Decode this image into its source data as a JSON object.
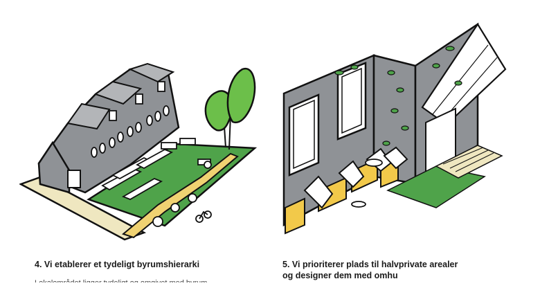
{
  "captions": {
    "left": "4. Vi etablerer et tydeligt byrumshierarki",
    "right_line1": "5. Vi prioriterer plads til halvprivate arealer",
    "right_line2": "og designer dem med omhu"
  },
  "body_text_partial": "Lokalområdet ligger tydeligt og omgivet med byrum",
  "colors": {
    "wall_grey": "#8f9296",
    "roof_grey": "#b3b5b8",
    "green": "#4fa34a",
    "tree_green": "#6cbf4a",
    "path_yellow": "#f0d272",
    "ground_beige": "#efe7c0",
    "yellow_box": "#f2c94a",
    "ink": "#111111"
  }
}
